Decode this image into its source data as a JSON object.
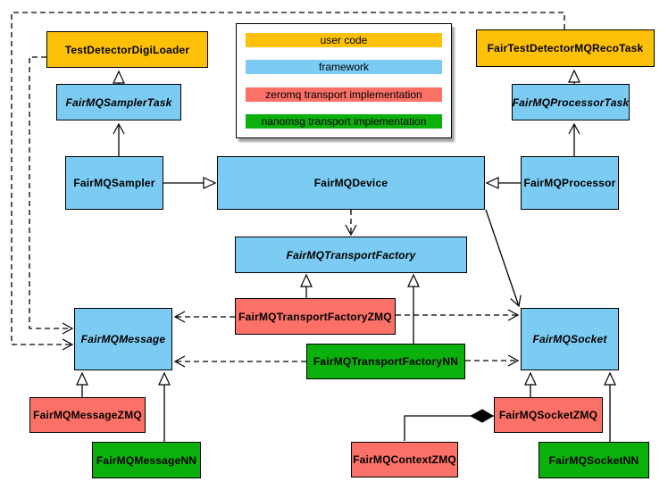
{
  "legend": {
    "items": [
      {
        "label": "user code",
        "category": "user"
      },
      {
        "label": "framework",
        "category": "framework"
      },
      {
        "label": "zeromq transport implementation",
        "category": "zeromq"
      },
      {
        "label": "nanomsg transport implementation",
        "category": "nanomsg"
      }
    ]
  },
  "colors": {
    "user": "#FFC107",
    "framework": "#7BCBF2",
    "zeromq": "#FB7168",
    "nanomsg": "#0CB00C",
    "line": "#000000"
  },
  "nodes": {
    "testDetectorDigiLoader": {
      "label": "TestDetectorDigiLoader",
      "category": "user",
      "abstract": false
    },
    "fairTestDetectorMQRecoTask": {
      "label": "FairTestDetectorMQRecoTask",
      "category": "user",
      "abstract": false
    },
    "fairMQSamplerTask": {
      "label": "FairMQSamplerTask",
      "category": "framework",
      "abstract": true
    },
    "fairMQProcessorTask": {
      "label": "FairMQProcessorTask",
      "category": "framework",
      "abstract": true
    },
    "fairMQSampler": {
      "label": "FairMQSampler",
      "category": "framework",
      "abstract": false
    },
    "fairMQDevice": {
      "label": "FairMQDevice",
      "category": "framework",
      "abstract": false
    },
    "fairMQProcessor": {
      "label": "FairMQProcessor",
      "category": "framework",
      "abstract": false
    },
    "fairMQTransportFactory": {
      "label": "FairMQTransportFactory",
      "category": "framework",
      "abstract": true
    },
    "fairMQMessage": {
      "label": "FairMQMessage",
      "category": "framework",
      "abstract": true
    },
    "fairMQSocket": {
      "label": "FairMQSocket",
      "category": "framework",
      "abstract": true
    },
    "fairMQTransportFactoryZMQ": {
      "label": "FairMQTransportFactoryZMQ",
      "category": "zeromq",
      "abstract": false
    },
    "fairMQTransportFactoryNN": {
      "label": "FairMQTransportFactoryNN",
      "category": "nanomsg",
      "abstract": false
    },
    "fairMQMessageZMQ": {
      "label": "FairMQMessageZMQ",
      "category": "zeromq",
      "abstract": false
    },
    "fairMQMessageNN": {
      "label": "FairMQMessageNN",
      "category": "nanomsg",
      "abstract": false
    },
    "fairMQSocketZMQ": {
      "label": "FairMQSocketZMQ",
      "category": "zeromq",
      "abstract": false
    },
    "fairMQSocketNN": {
      "label": "FairMQSocketNN",
      "category": "nanomsg",
      "abstract": false
    },
    "fairMQContextZMQ": {
      "label": "FairMQContextZMQ",
      "category": "zeromq",
      "abstract": false
    }
  },
  "edges": [
    {
      "from": "fairMQSamplerTask",
      "to": "testDetectorDigiLoader",
      "style": "solid",
      "head": "hollow-triangle"
    },
    {
      "from": "fairMQSampler",
      "to": "fairMQSamplerTask",
      "style": "solid",
      "head": "open-arrow"
    },
    {
      "from": "fairMQSampler",
      "to": "fairMQDevice",
      "style": "solid",
      "head": "hollow-triangle"
    },
    {
      "from": "fairMQProcessorTask",
      "to": "fairTestDetectorMQRecoTask",
      "style": "solid",
      "head": "hollow-triangle"
    },
    {
      "from": "fairMQProcessor",
      "to": "fairMQProcessorTask",
      "style": "solid",
      "head": "open-arrow"
    },
    {
      "from": "fairMQProcessor",
      "to": "fairMQDevice",
      "style": "solid",
      "head": "hollow-triangle"
    },
    {
      "from": "fairMQDevice",
      "to": "fairMQTransportFactory",
      "style": "dashed",
      "head": "open-arrow"
    },
    {
      "from": "fairMQDevice",
      "to": "fairMQSocket",
      "style": "solid",
      "head": "open-arrow"
    },
    {
      "from": "fairMQTransportFactoryZMQ",
      "to": "fairMQTransportFactory",
      "style": "solid",
      "head": "hollow-triangle"
    },
    {
      "from": "fairMQTransportFactoryNN",
      "to": "fairMQTransportFactory",
      "style": "solid",
      "head": "hollow-triangle"
    },
    {
      "from": "fairMQTransportFactoryZMQ",
      "to": "fairMQMessage",
      "style": "dashed",
      "head": "open-arrow"
    },
    {
      "from": "fairMQTransportFactoryZMQ",
      "to": "fairMQSocket",
      "style": "dashed",
      "head": "open-arrow"
    },
    {
      "from": "fairMQTransportFactoryNN",
      "to": "fairMQMessage",
      "style": "dashed",
      "head": "open-arrow"
    },
    {
      "from": "fairMQTransportFactoryNN",
      "to": "fairMQSocket",
      "style": "dashed",
      "head": "open-arrow"
    },
    {
      "from": "fairMQMessageZMQ",
      "to": "fairMQMessage",
      "style": "solid",
      "head": "hollow-triangle"
    },
    {
      "from": "fairMQMessageNN",
      "to": "fairMQMessage",
      "style": "solid",
      "head": "hollow-triangle"
    },
    {
      "from": "fairMQSocketZMQ",
      "to": "fairMQSocket",
      "style": "solid",
      "head": "hollow-triangle"
    },
    {
      "from": "fairMQSocketNN",
      "to": "fairMQSocket",
      "style": "solid",
      "head": "hollow-triangle"
    },
    {
      "from": "testDetectorDigiLoader",
      "to": "fairMQMessage",
      "style": "dashed",
      "head": "open-arrow"
    },
    {
      "from": "fairTestDetectorMQRecoTask",
      "to": "fairMQMessage",
      "style": "dashed",
      "head": "open-arrow"
    },
    {
      "from": "fairMQContextZMQ",
      "to": "fairMQSocketZMQ",
      "style": "solid",
      "head": "filled-diamond"
    }
  ]
}
